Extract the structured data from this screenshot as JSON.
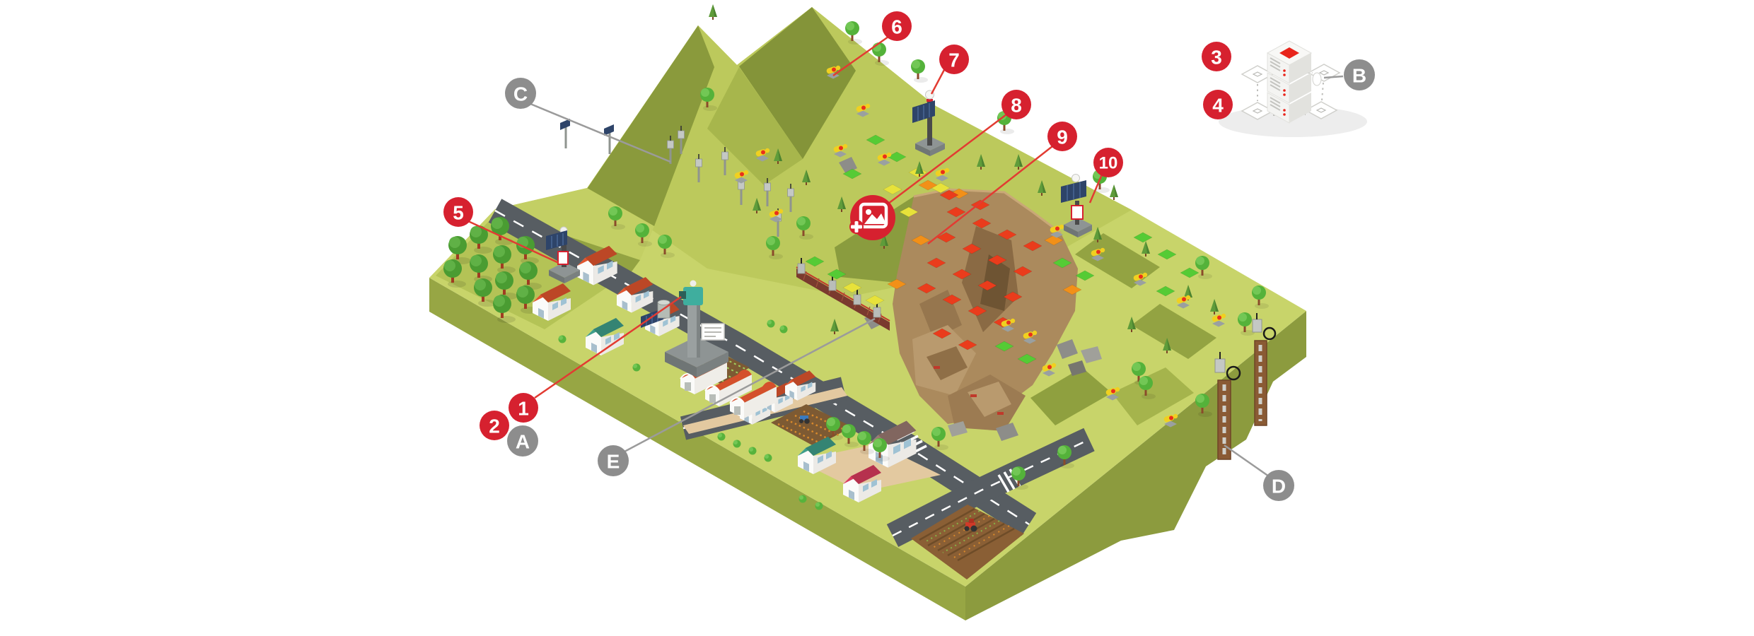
{
  "badges": {
    "numbered": [
      {
        "label": "1"
      },
      {
        "label": "2"
      },
      {
        "label": "3"
      },
      {
        "label": "4"
      },
      {
        "label": "5"
      },
      {
        "label": "6"
      },
      {
        "label": "7"
      },
      {
        "label": "8"
      },
      {
        "label": "9"
      },
      {
        "label": "10"
      }
    ],
    "lettered": [
      {
        "label": "A"
      },
      {
        "label": "B"
      },
      {
        "label": "C"
      },
      {
        "label": "D"
      },
      {
        "label": "E"
      }
    ]
  },
  "colors": {
    "badge_red": "#d6212f",
    "badge_gray": "#8d8d8d",
    "leader_red": "#e23b32",
    "leader_gray": "#9b9b9b",
    "background": "#ffffff",
    "terrain_top": "#c8d46a",
    "terrain_side": "#97a644",
    "terrain_dark": "#85963a",
    "road": "#575d62",
    "landslide_brown": "#ab8a5d",
    "patch_green": "#55cb35",
    "patch_yellow": "#e7e23a",
    "patch_orange": "#f29018",
    "patch_red": "#ea3c1c",
    "solar_panel": "#2e4469",
    "roof_red": "#e0552e",
    "roof_teal": "#3f9e8a",
    "roof_crimson": "#d93b5e"
  },
  "icons": {
    "photo_placeholder": "photo-placeholder-icon",
    "server_stack": "server-database-icon",
    "solar_station": "solar-warning-station-icon",
    "total_station": "total-station-icon",
    "borehole": "borehole-inclinometer-icon",
    "wire_fence": "wire-extensometer-icon",
    "tilt_sensor": "wireless-tilt-sensor-icon"
  }
}
